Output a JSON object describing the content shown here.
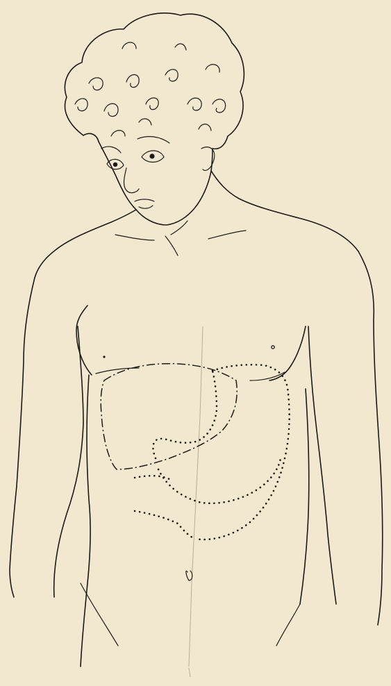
{
  "plate": {
    "background": "#f2e8cf",
    "ink": "#1c1a17",
    "outlines": {
      "stomach": "dotted",
      "liver": "dash-dot",
      "transverse_colon": "dotted"
    }
  }
}
